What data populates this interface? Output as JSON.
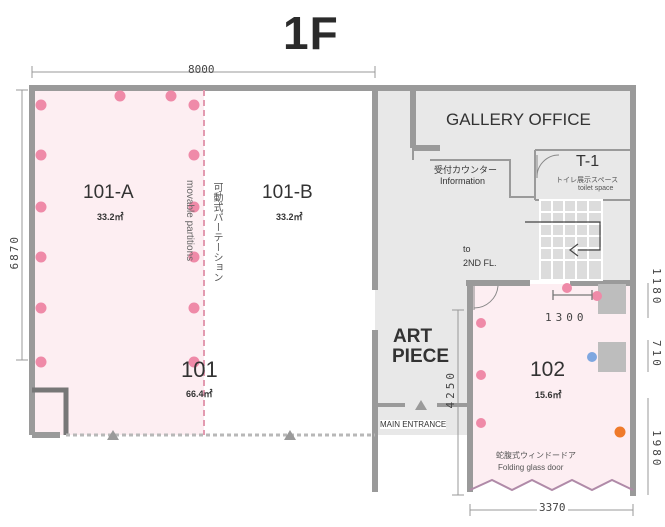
{
  "floor_title": "1F",
  "dimensions": {
    "top_width": "8000",
    "left_height": "6870",
    "room102_upper": "1180",
    "room102_window": "1300",
    "room102_mid": "710",
    "room102_lower": "1980",
    "room102_height": "4250",
    "room102_width": "3370"
  },
  "rooms": {
    "r101a": {
      "name": "101-A",
      "area": "33.2㎡"
    },
    "r101b": {
      "name": "101-B",
      "area": "33.2㎡"
    },
    "r101": {
      "name": "101",
      "area": "66.4㎡"
    },
    "r102": {
      "name": "102",
      "area": "15.6㎡"
    }
  },
  "partition_labels": {
    "jp": "可動式パーテーション",
    "en": "movable partitions"
  },
  "gallery_office": "GALLERY OFFICE",
  "reception": {
    "jp": "受付カウンター",
    "en": "Information"
  },
  "toilet": {
    "name": "T-1",
    "jp": "トイレ展示スペース",
    "en": "toilet space"
  },
  "stairs_label": {
    "line1": "to",
    "line2": "2ND FL."
  },
  "art_piece": {
    "line1": "ART",
    "line2": "PIECE"
  },
  "main_entrance": "MAIN ENTRANCE",
  "folding_door": {
    "jp": "蛇腹式ウィンドードア",
    "en": "Folding glass door"
  },
  "colors": {
    "wall": "#9a9a9a",
    "room_a_fill": "#fdeef2",
    "room_102_fill": "#fdeef2",
    "office_fill": "#e8e8e8",
    "light_dot": "#ef8aa8",
    "blue_dot": "#7fa7e0",
    "orange_dot": "#ef7a2a",
    "partition": "#e39ab0"
  }
}
